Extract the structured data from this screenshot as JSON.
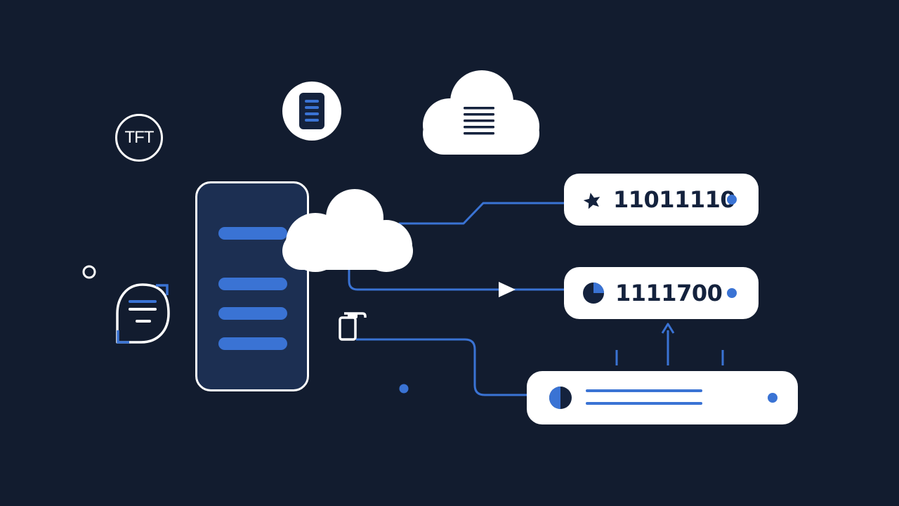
{
  "badge": {
    "text": "TFT"
  },
  "cards": [
    {
      "value": "11011110",
      "icon": "star-icon"
    },
    {
      "value": "1111700",
      "icon": "pie-chart-icon"
    },
    {
      "value": "",
      "icon": "half-circle-icon"
    }
  ],
  "colors": {
    "background": "#121c2f",
    "accent": "#3a73d4",
    "panel": "#1c2f52",
    "foreground": "#ffffff",
    "text_dark": "#14223d"
  }
}
